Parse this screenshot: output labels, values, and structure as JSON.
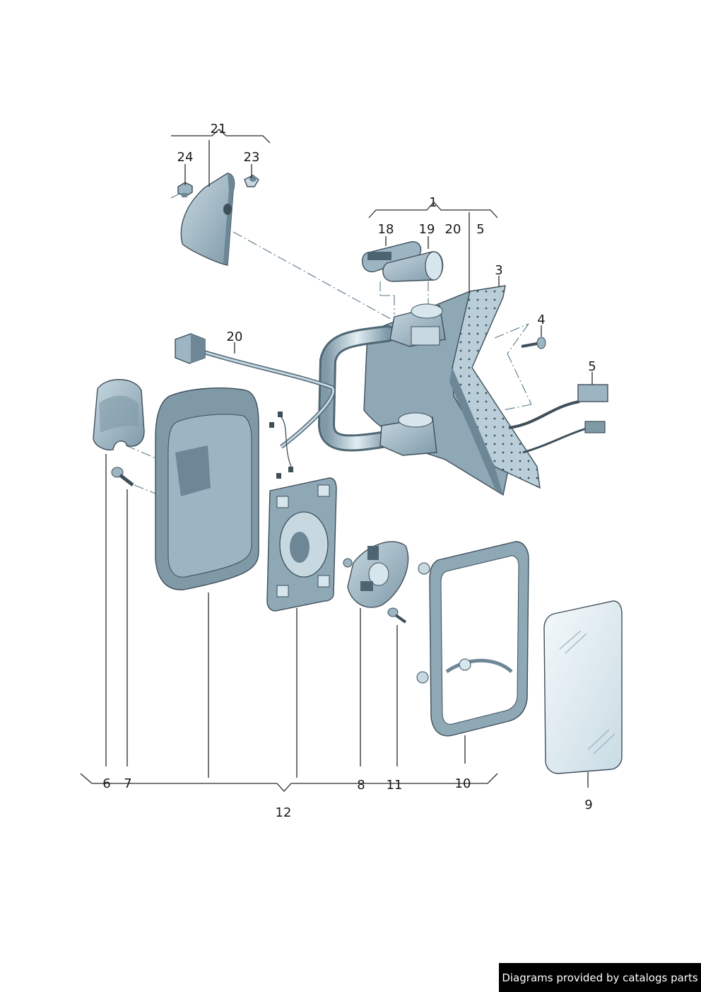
{
  "credit": "Diagrams provided by catalogs parts",
  "callouts": {
    "p1": "1",
    "p3": "3",
    "p4": "4",
    "p5a": "5",
    "p5b": "5",
    "p6": "6",
    "p7": "7",
    "p8": "8",
    "p9": "9",
    "p10": "10",
    "p11": "11",
    "p12": "12",
    "p18": "18",
    "p19": "19",
    "p20a": "20",
    "p20b": "20",
    "p21": "21",
    "p23": "23",
    "p24": "24"
  },
  "colors": {
    "part_fill": "#9db5c2",
    "part_dark": "#6d8796",
    "part_light": "#d7e5ec",
    "glass": "#eef4f7",
    "leader": "#2a2a2a"
  }
}
